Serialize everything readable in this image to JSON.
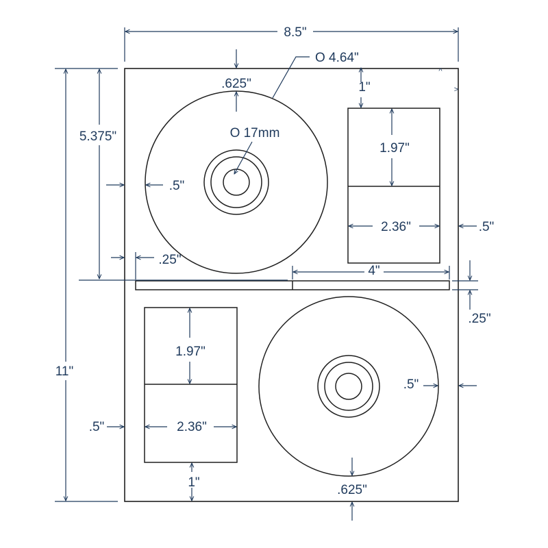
{
  "diagram": {
    "sheet_width": "8.5\"",
    "sheet_height": "11\"",
    "label_diameter": "O 4.64\"",
    "hub_diameter": "O 17mm",
    "top_margin": ".625\"",
    "top_disc_offset": "5.375\"",
    "side_margin_left": ".5\"",
    "side_margin_right": ".5\"",
    "strip_left_margin": ".25\"",
    "strip_gap": ".25\"",
    "strip_width": "4\"",
    "tray_top_margin": "1\"",
    "tray_upper_height": "1.97\"",
    "tray_lower_height": "2.36\"",
    "lower_tray_left_margin": ".5\"",
    "lower_tray_upper_height": "1.97\"",
    "lower_tray_lower_height": "2.36\"",
    "lower_tray_bottom_margin": "1\"",
    "lower_disc_right_margin": ".5\"",
    "bottom_margin": ".625\"",
    "corner_marks": [
      "^",
      ">"
    ]
  },
  "colors": {
    "dimension": "#1f3a5c",
    "outline": "#1f1f1f"
  }
}
